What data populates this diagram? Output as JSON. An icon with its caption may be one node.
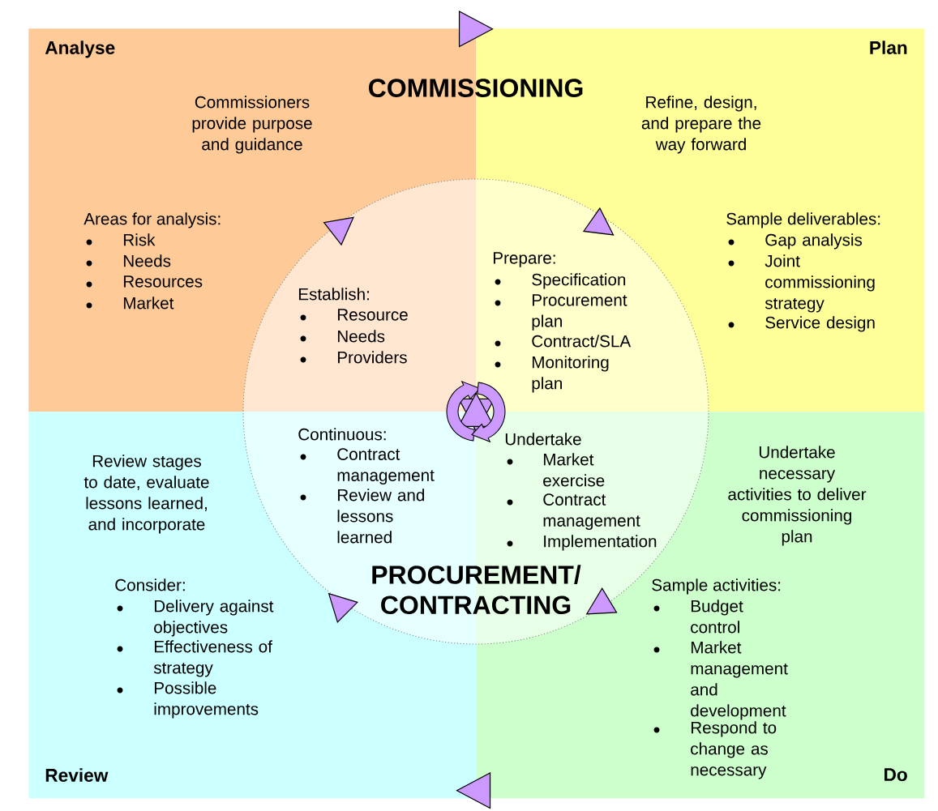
{
  "diagram": {
    "nodes": [
      {
        "text": [
          "Analyse",
          "Commissioners provide purpose and guidance",
          "Areas for analysis:",
          "Risk",
          "Needs",
          "Resources",
          "Market"
        ]
      },
      {
        "text": [
          "Plan",
          "Refine, design, and prepare the way forward",
          "Sample deliverables:",
          "Gap analysis",
          "Joint commissioning strategy",
          "Service design"
        ]
      },
      {
        "text": [
          "Review",
          "Review stages to date, evaluate lessons learned, and incorporate",
          "Consider:",
          "Delivery against objectives",
          "Effectiveness of strategy",
          "Possible improvements"
        ]
      },
      {
        "text": [
          "Do",
          "Undertake necessary activities to deliver commissioning plan",
          "Sample activities:",
          "Budget control",
          "Market management and development",
          "Respond to change as necessary"
        ]
      },
      {
        "text": [],
        "shape": "circle"
      },
      {
        "text": [
          "Establish:",
          "Resource",
          "Needs",
          "Providers"
        ]
      },
      {
        "text": [
          "Prepare:",
          "Specification",
          "Procurement plan",
          "Contract/SLA",
          "Monitoring plan"
        ]
      },
      {
        "text": [
          "Continuous:",
          "Contract management",
          "Review and lessons learned"
        ]
      },
      {
        "text": [
          "Undertake",
          "Market exercise",
          "Contract management",
          "Implementation"
        ]
      }
    ],
    "edges": [
      {
        "from": 0,
        "to": 1,
        "arrow": "to"
      },
      {
        "from": 1,
        "to": 3,
        "arrow": "to"
      },
      {
        "from": 3,
        "to": 2,
        "arrow": "to"
      },
      {
        "from": 2,
        "to": 0,
        "arrow": "to"
      }
    ],
    "labels": [
      "COMMISSIONING",
      "PROCUREMENT/ CONTRACTING"
    ]
  }
}
